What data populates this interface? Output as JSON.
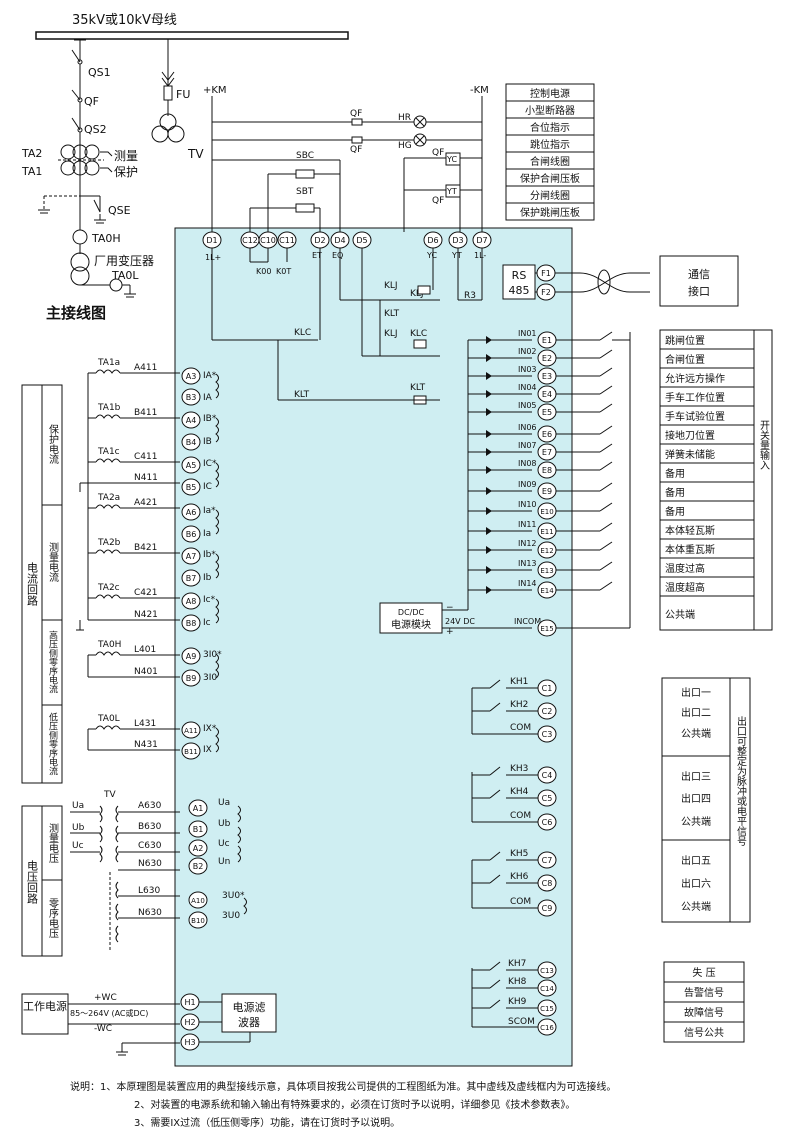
{
  "bus_label": "35kV或10kV母线",
  "main_diagram": {
    "title": "主接线图",
    "labels": [
      "QS1",
      "QF",
      "QS2",
      "TA2",
      "TA1",
      "测量",
      "保护",
      "QSE",
      "TA0H",
      "厂用变压器",
      "TA0L",
      "FU",
      "TV"
    ]
  },
  "supply": {
    "plus": "+KM",
    "minus": "-KM"
  },
  "top_legend": [
    "控制电源",
    "小型断路器",
    "合位指示",
    "跳位指示",
    "合闸线圈",
    "保护合闸压板",
    "分闸线圈",
    "保护跳闸压板"
  ],
  "top_wiring_labels": [
    "QF",
    "HR",
    "QF",
    "HG",
    "QF",
    "YC",
    "QF",
    "YT",
    "SBC",
    "SBT"
  ],
  "top_terminals": [
    "D1",
    "C12",
    "C10",
    "C11",
    "D2",
    "D4",
    "D5",
    "D6",
    "D3",
    "D7"
  ],
  "top_terminal_names": [
    "1L+",
    "K00",
    "K0T",
    "ET",
    "EQ",
    "YC",
    "YT",
    "1L-"
  ],
  "relay_labels": [
    "KLJ",
    "KLJ",
    "KLT",
    "KLJ",
    "KLC",
    "KLC",
    "KLT",
    "KLT",
    "R3"
  ],
  "rs485": {
    "label": "RS\n485",
    "line1": "RS",
    "line2": "485",
    "terminals": [
      "F1",
      "F2"
    ],
    "comm_line1": "通信",
    "comm_line2": "接口"
  },
  "current_section": {
    "group_label": "电流回路",
    "subgroups": [
      "保护电流",
      "测量电流",
      "高压侧零序电流",
      "低压侧零序电流"
    ],
    "ct_labels": [
      "TA1a",
      "TA1b",
      "TA1c",
      "TA2a",
      "TA2b",
      "TA2c",
      "TA0H",
      "TA0L"
    ],
    "wires": [
      "A411",
      "B411",
      "C411",
      "N411",
      "A421",
      "B421",
      "C421",
      "N421",
      "L401",
      "N401",
      "L431",
      "N431"
    ],
    "terminals": [
      "A3",
      "B3",
      "A4",
      "B4",
      "A5",
      "B5",
      "A6",
      "B6",
      "A7",
      "B7",
      "A8",
      "B8",
      "A9",
      "B9",
      "A11",
      "B11"
    ],
    "inputs": [
      "IA*",
      "IA",
      "IB*",
      "IB",
      "IC*",
      "IC",
      "Ia*",
      "Ia",
      "Ib*",
      "Ib",
      "Ic*",
      "Ic",
      "3I0*",
      "3I0",
      "IX*",
      "IX"
    ]
  },
  "voltage_section": {
    "group_label": "电压回路",
    "subgroups": [
      "测量电压",
      "零序电压"
    ],
    "tv_label": "TV",
    "phase_labels": [
      "Ua",
      "Ub",
      "Uc",
      "Un"
    ],
    "wires": [
      "A630",
      "B630",
      "C630",
      "N630",
      "L630",
      "N630"
    ],
    "terminals": [
      "A1",
      "B1",
      "A2",
      "B2",
      "A10",
      "B10"
    ],
    "inputs": [
      "Ua",
      "Ub",
      "Uc",
      "Un",
      "3U0*",
      "3U0"
    ]
  },
  "power_section": {
    "label": "工作电源",
    "plus": "+WC",
    "range": "85～264V (AC或DC)",
    "minus": "-WC",
    "terminals": [
      "H1",
      "H2",
      "H3"
    ],
    "filter": "电源滤波器"
  },
  "binary_inputs": {
    "codes": [
      "IN01",
      "IN02",
      "IN03",
      "IN04",
      "IN05",
      "IN06",
      "IN07",
      "IN08",
      "IN09",
      "IN10",
      "IN11",
      "IN12",
      "IN13",
      "IN14",
      "INCOM"
    ],
    "terminals": [
      "E1",
      "E2",
      "E3",
      "E4",
      "E5",
      "E6",
      "E7",
      "E8",
      "E9",
      "E10",
      "E11",
      "E12",
      "E13",
      "E14",
      "E15"
    ],
    "labels": [
      "跳闸位置",
      "合闸位置",
      "允许远方操作",
      "手车工作位置",
      "手车试验位置",
      "接地刀位置",
      "弹簧未储能",
      "备用",
      "备用",
      "备用",
      "本体轻瓦斯",
      "本体重瓦斯",
      "温度过高",
      "温度超高",
      "公共端"
    ],
    "side_label": "开关量输入",
    "dcdc": "DC/DC电源模块",
    "dcdc_line1": "DC/DC",
    "dcdc_line2": "电源模块",
    "dc24": "24V DC",
    "minus_sign": "−",
    "plus_sign": "+"
  },
  "outputs": {
    "relays": [
      "KH1",
      "KH2",
      "COM",
      "KH3",
      "KH4",
      "COM",
      "KH5",
      "KH6",
      "COM",
      "KH7",
      "KH8",
      "KH9",
      "SCOM"
    ],
    "terminals": [
      "C1",
      "C2",
      "C3",
      "C4",
      "C5",
      "C6",
      "C7",
      "C8",
      "C9",
      "C13",
      "C14",
      "C15",
      "C16"
    ],
    "labels": [
      "出口一",
      "出口二",
      "公共端",
      "出口三",
      "出口四",
      "公共端",
      "出口五",
      "出口六",
      "公共端",
      "失  压",
      "告警信号",
      "故障信号",
      "信号公共"
    ],
    "side_label": "出口可整定为脉冲或电平信号"
  },
  "notes": [
    "说明：1、本原理图是装置应用的典型接线示意，具体项目按我公司提供的工程图纸为准。其中虚线及虚线框内为可选接线。",
    "2、对装置的电源系统和输入输出有特殊要求的，必须在订货时予以说明，详细参见《技术参数表》。",
    "3、需要IX过流（低压侧零序）功能，请在订货时予以说明。"
  ],
  "colors": {
    "device_panel": "#cfeef2",
    "line": "#111111",
    "background": "#ffffff"
  }
}
